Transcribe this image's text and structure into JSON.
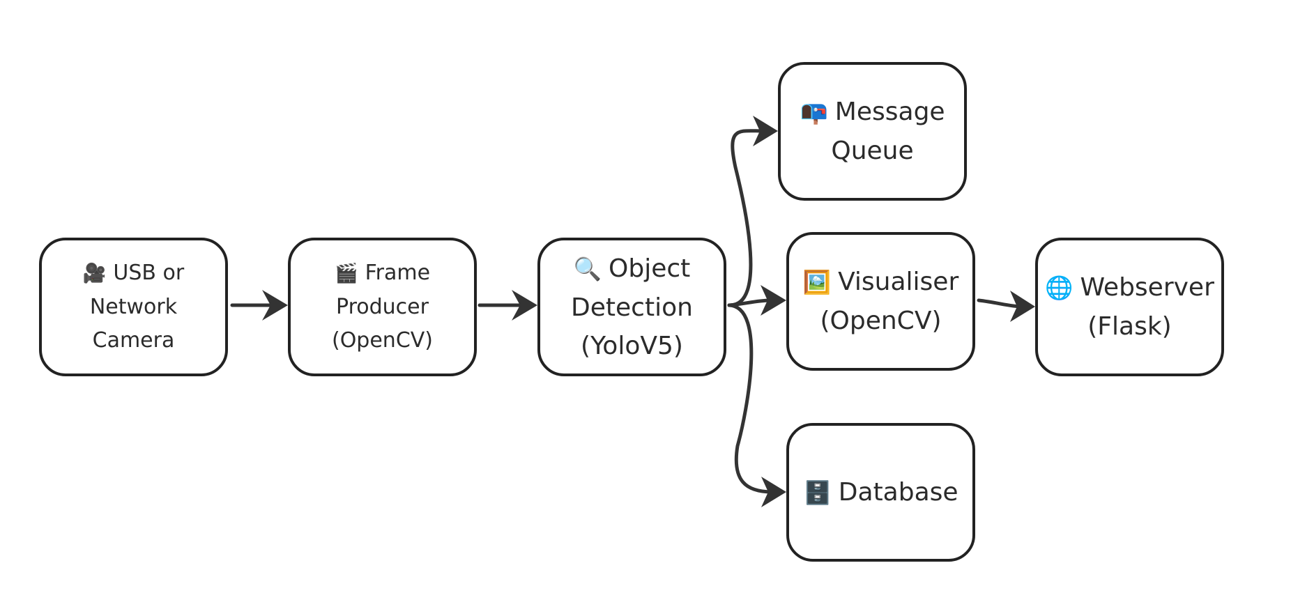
{
  "nodes": {
    "camera": {
      "icon": "🎥",
      "icon_name": "video-camera-icon",
      "line1": "USB or",
      "line2": "Network",
      "line3": "Camera"
    },
    "producer": {
      "icon": "🎬",
      "icon_name": "clapper-board-icon",
      "line1": "Frame",
      "line2": "Producer",
      "line3": "(OpenCV)"
    },
    "detection": {
      "icon": "🔍",
      "icon_name": "magnifying-glass-icon",
      "line1": "Object",
      "line2": "Detection",
      "line3": "(YoloV5)"
    },
    "queue": {
      "icon": "📭",
      "icon_name": "mailbox-icon",
      "line1": "Message",
      "line2": "Queue"
    },
    "visualiser": {
      "icon": "🖼️",
      "icon_name": "framed-picture-icon",
      "line1": "Visualiser",
      "line2": "(OpenCV)"
    },
    "webserver": {
      "icon": "🌐",
      "icon_name": "globe-icon",
      "line1": "Webserver",
      "line2": "(Flask)"
    },
    "database": {
      "icon": "🗄️",
      "icon_name": "file-cabinet-icon",
      "line1": "Database"
    }
  },
  "edges": [
    {
      "from": "camera",
      "to": "producer"
    },
    {
      "from": "producer",
      "to": "detection"
    },
    {
      "from": "detection",
      "to": "queue"
    },
    {
      "from": "detection",
      "to": "visualiser"
    },
    {
      "from": "detection",
      "to": "database"
    },
    {
      "from": "visualiser",
      "to": "webserver"
    }
  ],
  "colors": {
    "stroke": "#222222",
    "arrow": "#333333",
    "background": "#ffffff",
    "text": "#2b2b2b"
  }
}
